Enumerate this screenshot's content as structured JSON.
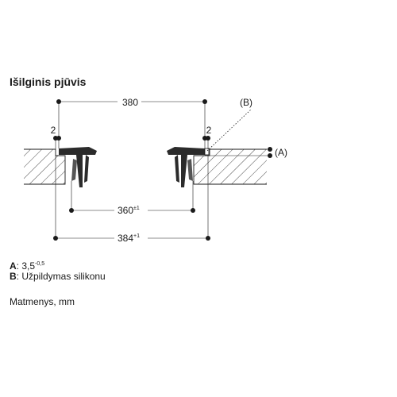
{
  "title": "Išilginis pjūvis",
  "dimensions": {
    "top_width": "380",
    "left_gap": "2",
    "right_gap": "2",
    "inner_width": "360",
    "inner_tol": "±1",
    "outer_width": "384",
    "outer_tol": "+1",
    "label_a": "(A)",
    "label_b": "(B)"
  },
  "legend": {
    "a_key": "A",
    "a_value": ": 3,5",
    "a_sup": "-0,5",
    "b_key": "B",
    "b_value": ": Užpildymas silikonu"
  },
  "note": "Matmenys, mm"
}
